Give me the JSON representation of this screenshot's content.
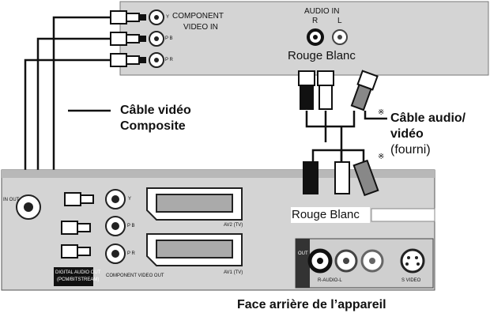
{
  "tv_panel": {
    "component_label_line1": "COMPONENT",
    "component_label_line2": "VIDEO IN",
    "jack_y": "Y",
    "jack_pb": "P B",
    "jack_pr": "P R",
    "audio_in_label": "AUDIO IN",
    "audio_r": "R",
    "audio_l": "L",
    "rouge_blanc": "Rouge Blanc"
  },
  "labels": {
    "composite_line1": "Câble vidéo",
    "composite_line2": "Composite",
    "av_cable_line1": "Câble audio/",
    "av_cable_line2": "vidéo",
    "av_cable_line3": "(fourni)",
    "rear_caption": "Face arrière de l’appareil",
    "rouge_blanc_lower": "Rouge Blanc",
    "mark": "※"
  },
  "device_panel": {
    "digital_audio_out_line1": "DIGITAL AUDIO OUT",
    "digital_audio_out_line2": "(PCM/BITSTREAM)",
    "component_video_out": "COMPONENT VIDEO OUT",
    "av2_label": "AV2 (TV)",
    "av1_label": "AV1 (TV)",
    "out_label": "OUT",
    "audio_lr_label": "R-AUDIO-L",
    "svideo_label": "S VIDEO",
    "jack_y": "Y",
    "jack_pb": "P B",
    "jack_pr": "P R",
    "in_out_label": "IN OUT"
  },
  "colors": {
    "panel_gray": "#d4d4d4",
    "panel_border": "#555555",
    "cable": "#111111",
    "background": "#ffffff"
  }
}
